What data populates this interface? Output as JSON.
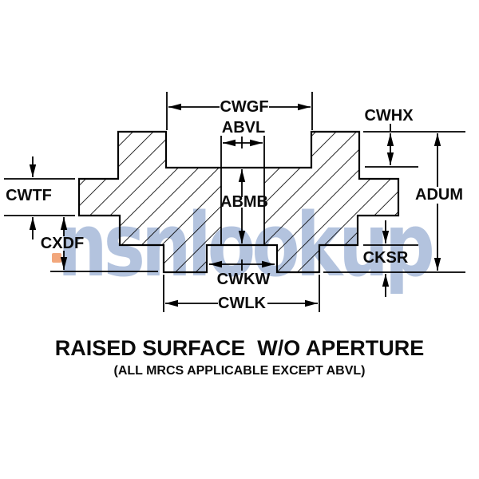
{
  "watermark": {
    "text": "nsnlookup",
    "color": "#b3c3de",
    "dot_color": "#f2a77c"
  },
  "diagram": {
    "figure": "raised-surface-cross-section",
    "line_color": "#000000",
    "labels": {
      "cwgf": "CWGF",
      "abvl": "ABVL",
      "cwhx": "CWHX",
      "cwtf": "CWTF",
      "abmb": "ABMB",
      "adum": "ADUM",
      "cxdf": "CXDF",
      "cksr": "CKSR",
      "cwkw": "CWKW",
      "cwlk": "CWLK"
    }
  },
  "caption": {
    "title": "RAISED SURFACE  W/O APERTURE",
    "subtitle": "(ALL MRCS APPLICABLE EXCEPT ABVL)"
  }
}
